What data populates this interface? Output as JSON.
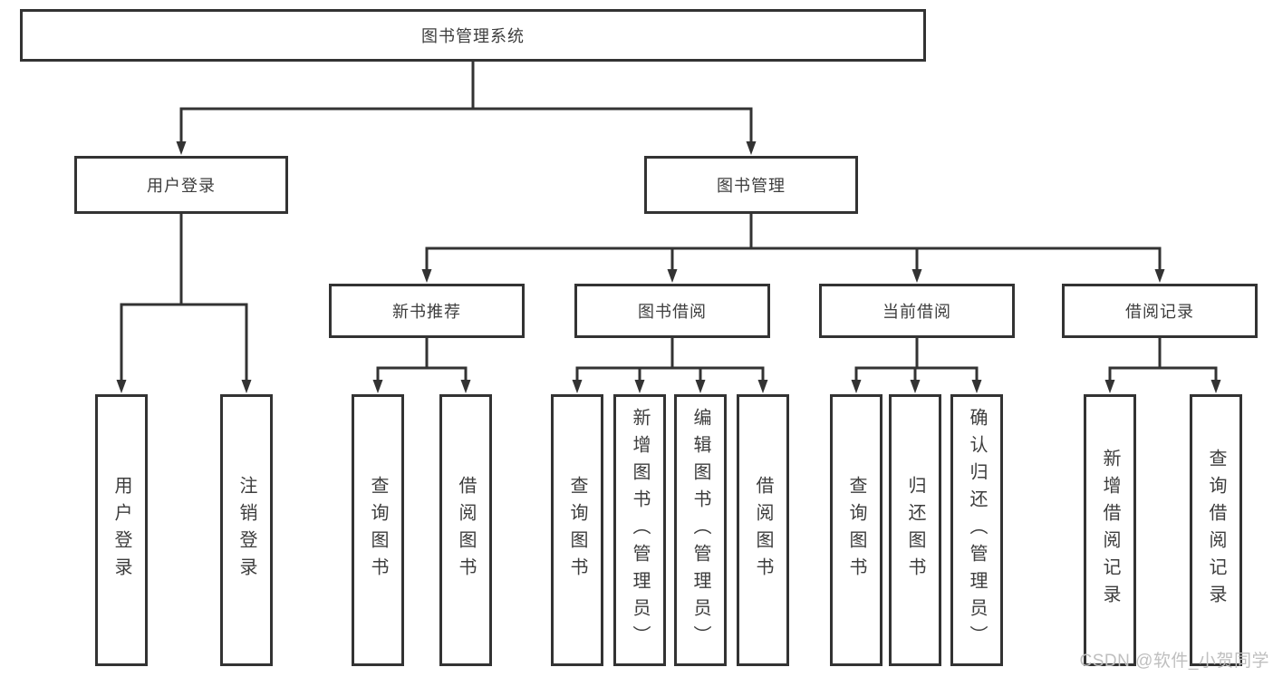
{
  "diagram": {
    "title": "图书管理系统",
    "root": {
      "label": "图书管理系统"
    },
    "branches": [
      {
        "label": "用户登录",
        "children": [
          "用户登录",
          "注销登录"
        ]
      },
      {
        "label": "图书管理",
        "groups": [
          {
            "label": "新书推荐",
            "children": [
              "查询图书",
              "借阅图书"
            ]
          },
          {
            "label": "图书借阅",
            "children": [
              "查询图书",
              "新增图书（管理员）",
              "编辑图书（管理员）",
              "借阅图书"
            ]
          },
          {
            "label": "当前借阅",
            "children": [
              "查询图书",
              "归还图书",
              "确认归还（管理员）"
            ]
          },
          {
            "label": "借阅记录",
            "children": [
              "新增借阅记录",
              "查询借阅记录"
            ]
          }
        ]
      }
    ],
    "watermark": "CSDN @软件_小贺同学",
    "colors": {
      "line": "#333333",
      "border": "#333333",
      "text": "#3d3d3d",
      "watermark": "#bfbfbf",
      "background": "#ffffff"
    }
  }
}
